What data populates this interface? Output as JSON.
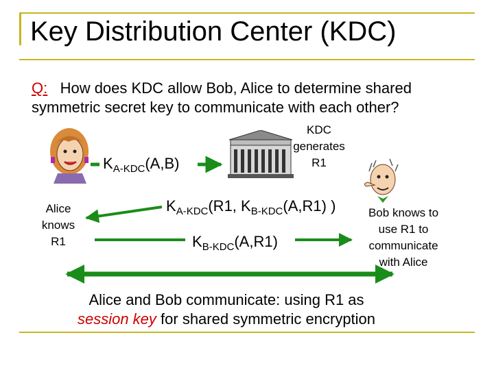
{
  "title": "Key Distribution Center (KDC)",
  "question": {
    "label": "Q:",
    "line1": "How does KDC allow Bob, Alice to determine shared",
    "line2": "symmetric secret key to communicate with each other?"
  },
  "kdc_caption": [
    "KDC",
    "generates",
    "R1"
  ],
  "alice_caption": [
    "Alice",
    "knows",
    "R1"
  ],
  "bob_caption": [
    "Bob knows to",
    "use  R1 to",
    "communicate",
    "with Alice"
  ],
  "msg1": {
    "k": "K",
    "sub": "A-KDC",
    "args": "(A,B)"
  },
  "msg2": {
    "k1": "K",
    "sub1": "A-KDC",
    "mid": "(R1, K",
    "sub2": "B-KDC",
    "tail": "(A,R1) )"
  },
  "msg3": {
    "k": "K",
    "sub": "B-KDC",
    "args": "(A,R1)"
  },
  "footer": {
    "line1": "Alice and Bob communicate: using R1 as",
    "session_key": "session key",
    "line2_rest": " for shared symmetric encryption"
  },
  "colors": {
    "accent_rule": "#c9b521",
    "arrow": "#1a8c1a",
    "highlight": "#cc0000"
  }
}
